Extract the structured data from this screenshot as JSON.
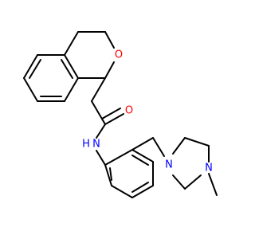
{
  "molecule": {
    "atoms": {
      "O_ring": "O",
      "O_carbonyl": "O",
      "N_amide": "N",
      "H_amide": "H",
      "N_pip1": "N",
      "N_pip2": "N"
    },
    "colors": {
      "bond": "#000000",
      "oxygen": "#ff0000",
      "nitrogen": "#0000ff"
    }
  }
}
